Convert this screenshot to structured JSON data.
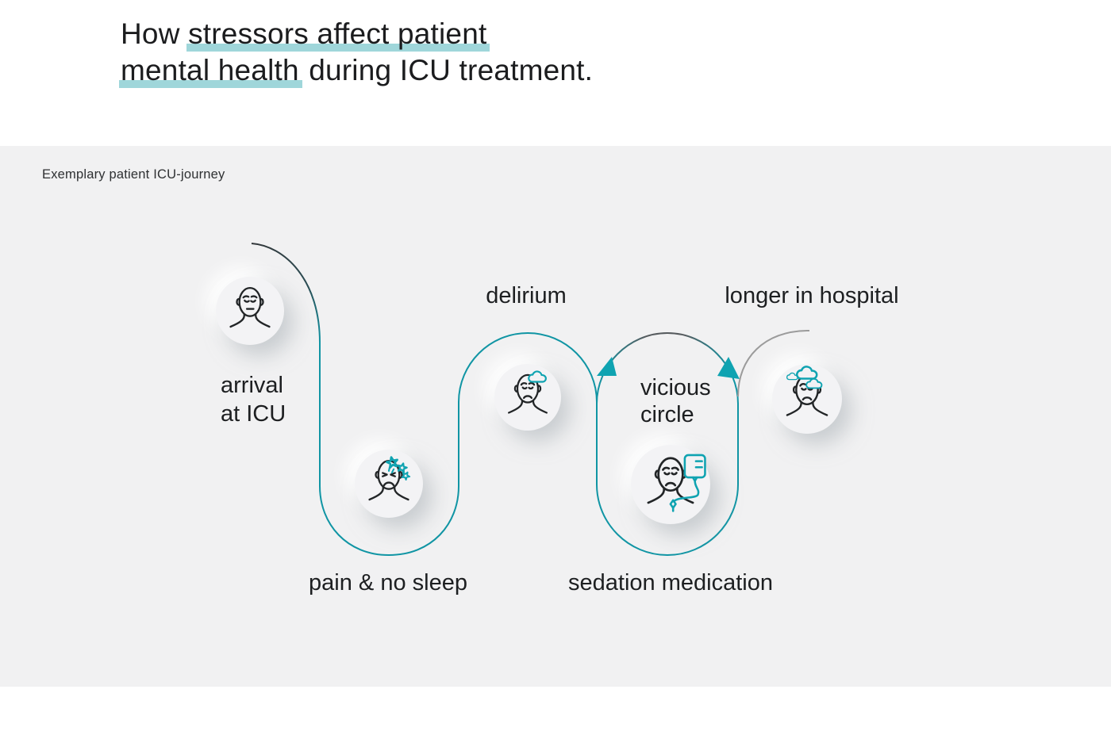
{
  "title": {
    "line1_pre": "How ",
    "line1_highlight": "stressors affect patient",
    "line2_highlight": "mental health",
    "line2_post": " during ICU treatment."
  },
  "journey": {
    "caption": "Exemplary patient ICU-journey",
    "stages": {
      "arrival": {
        "label_line1": "arrival",
        "label_line2": "at ICU",
        "icon": "calm-patient-face-icon"
      },
      "pain": {
        "label": "pain & no sleep",
        "icon": "pained-face-with-stars-icon"
      },
      "delirium": {
        "label": "delirium",
        "icon": "sad-face-with-cloud-icon"
      },
      "sedation": {
        "label": "sedation medication",
        "icon": "sad-face-with-iv-drip-icon"
      },
      "vicious": {
        "label_line1": "vicious",
        "label_line2": "circle"
      },
      "longer": {
        "label": "longer in hospital",
        "icon": "sad-face-with-storm-clouds-icon"
      }
    }
  },
  "colors": {
    "accent_teal": "#1095A4",
    "icon_teal": "#0FA3B1",
    "highlight_teal": "#9FD6DA",
    "line_dark": "#33383B",
    "line_gray": "#9B9B9B",
    "panel_background": "#F1F1F2",
    "text_dark": "#1D1F21"
  }
}
